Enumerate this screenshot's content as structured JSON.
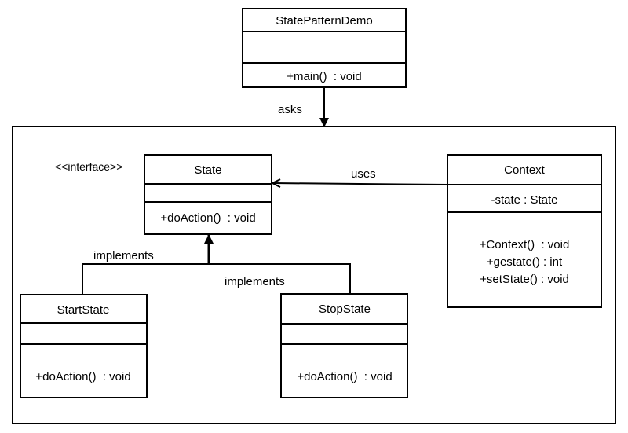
{
  "classes": {
    "demo": {
      "name": "StatePatternDemo",
      "attributes": "",
      "methods": [
        "+main()  : void"
      ]
    },
    "state": {
      "stereotype": "<<interface>>",
      "name": "State",
      "attributes": "",
      "methods": [
        "+doAction()  : void"
      ]
    },
    "context": {
      "name": "Context",
      "attributes": "-state : State",
      "methods": [
        "+Context()  : void",
        "+gestate() : int",
        "+setState() : void"
      ]
    },
    "start": {
      "name": "StartState",
      "attributes": "",
      "methods": [
        "+doAction()  : void"
      ]
    },
    "stop": {
      "name": "StopState",
      "attributes": "",
      "methods": [
        "+doAction()  : void"
      ]
    }
  },
  "relations": {
    "asks": "asks",
    "uses": "uses",
    "implements_left": "implements",
    "implements_right": "implements"
  }
}
